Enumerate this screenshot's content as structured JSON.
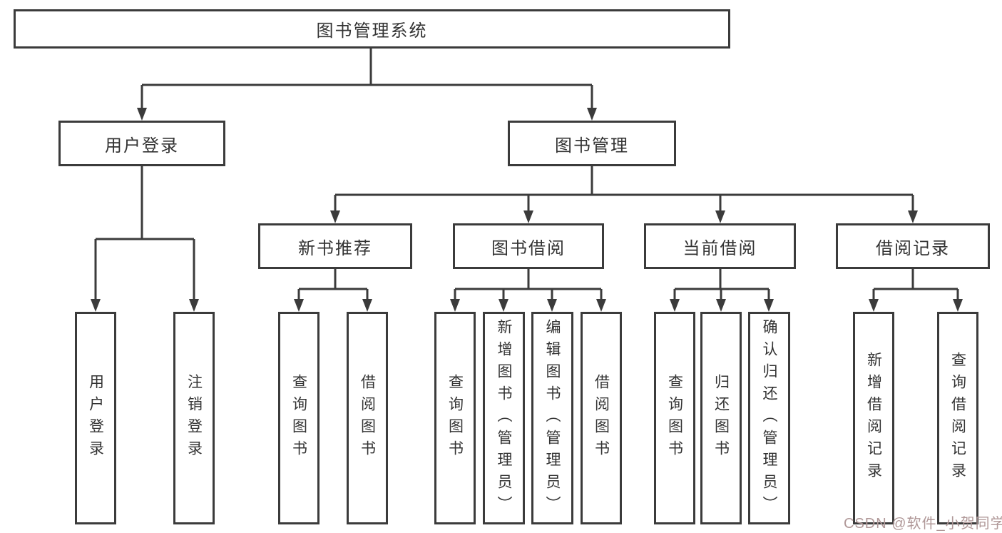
{
  "diagram": {
    "type": "tree",
    "root": {
      "label": "图书管理系统"
    },
    "branches": [
      {
        "label": "用户登录",
        "children": [
          {
            "label": "用户登录"
          },
          {
            "label": "注销登录"
          }
        ]
      },
      {
        "label": "图书管理",
        "children": [
          {
            "label": "新书推荐",
            "children": [
              {
                "label": "查询图书"
              },
              {
                "label": "借阅图书"
              }
            ]
          },
          {
            "label": "图书借阅",
            "children": [
              {
                "label": "查询图书"
              },
              {
                "label": "新增图书（管理员）"
              },
              {
                "label": "编辑图书（管理员）"
              },
              {
                "label": "借阅图书"
              }
            ]
          },
          {
            "label": "当前借阅",
            "children": [
              {
                "label": "查询图书"
              },
              {
                "label": "归还图书"
              },
              {
                "label": "确认归还（管理员）"
              }
            ]
          },
          {
            "label": "借阅记录",
            "children": [
              {
                "label": "新增借阅记录"
              },
              {
                "label": "查询借阅记录"
              }
            ]
          }
        ]
      }
    ]
  },
  "watermark": {
    "text": "CSDN @软件_小贺同学",
    "color": "#b09898"
  },
  "style": {
    "line_color": "#3b3b3b",
    "text_color": "#333333",
    "box_background": "#ffffff"
  }
}
